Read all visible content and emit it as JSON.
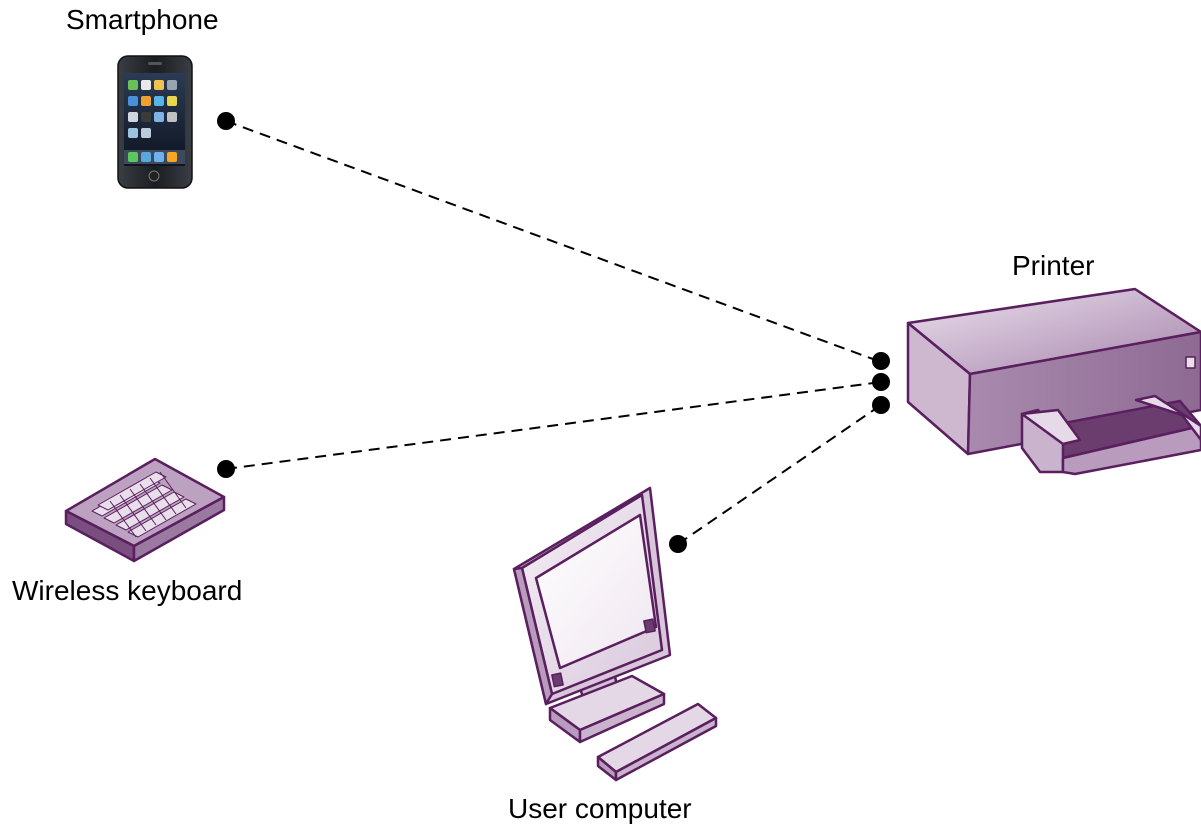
{
  "labels": {
    "smartphone": "Smartphone",
    "printer": "Printer",
    "wireless_keyboard": "Wireless keyboard",
    "user_computer": "User computer"
  },
  "colors": {
    "device_fill": "#9a7aa0",
    "device_light": "#d7c6da",
    "device_dark": "#6a3d6e",
    "device_stroke": "#5a1f5e",
    "line": "#000000"
  },
  "icons": {
    "smartphone": "smartphone-icon",
    "printer": "printer-icon",
    "keyboard": "keyboard-icon",
    "computer": "computer-icon"
  }
}
